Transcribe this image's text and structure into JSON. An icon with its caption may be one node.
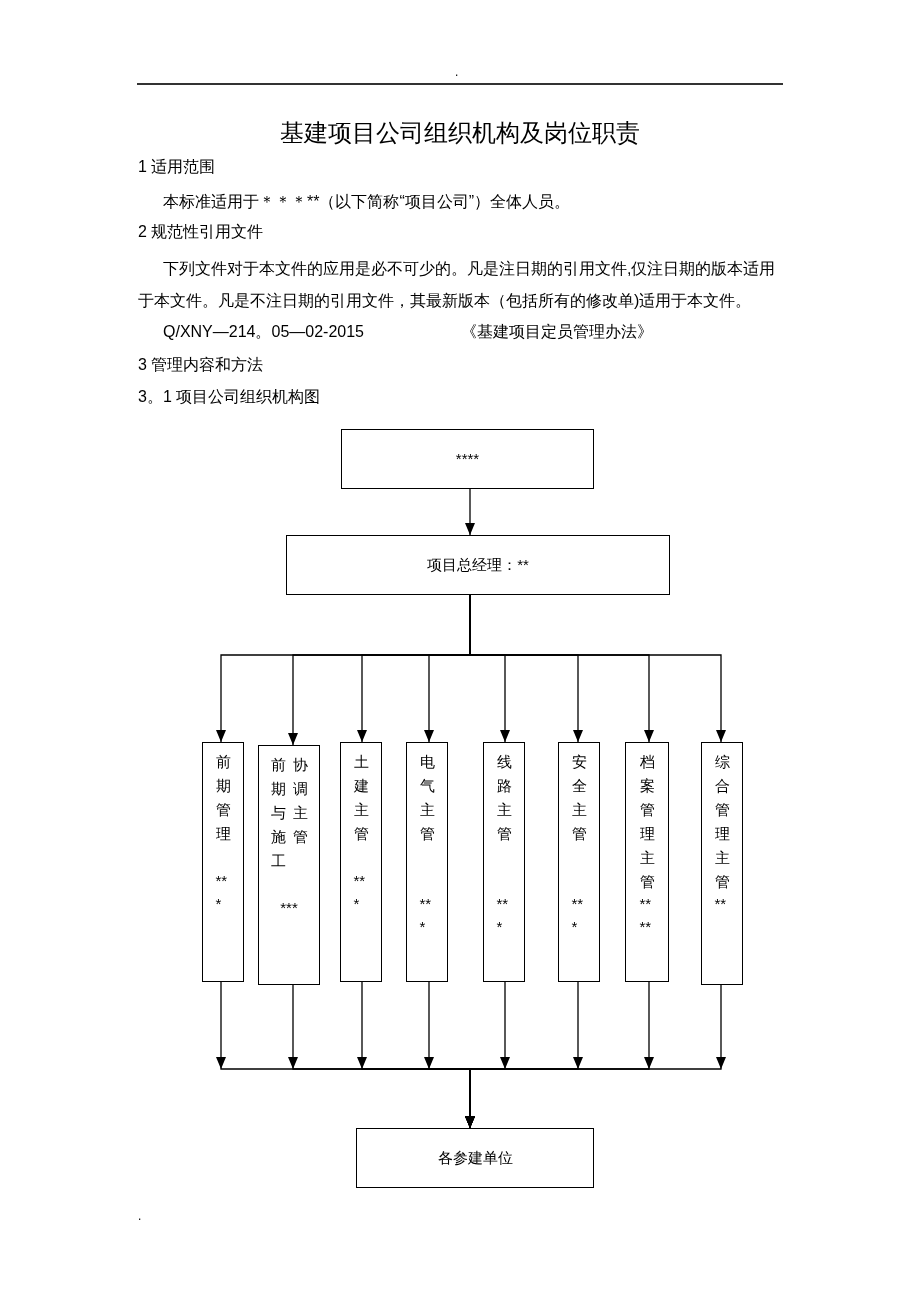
{
  "diagram": {
    "title": "基建项目公司组织机构及岗位职责",
    "nodes": [
      {
        "text": [
          "****"
        ]
      },
      {
        "text": [
          "项目总经理：**"
        ]
      },
      {
        "text": [
          "前期管理",
          "***"
        ]
      },
      {
        "text": [
          "前期与施工协调主管",
          "***"
        ]
      },
      {
        "text": [
          "土建主管",
          "***"
        ]
      },
      {
        "text": [
          "电气主管",
          "***"
        ]
      },
      {
        "text": [
          "线路主管",
          "***"
        ]
      },
      {
        "text": [
          "安全主管",
          "***"
        ]
      },
      {
        "text": [
          "档案管理主管",
          "****"
        ]
      },
      {
        "text": [
          "综合管理主管",
          "**"
        ]
      },
      {
        "text": [
          "各参建单位"
        ]
      }
    ],
    "edges": [
      {
        "from": 0,
        "to": 1,
        "arrow": "to"
      },
      {
        "from": 1,
        "to": 2,
        "arrow": "to"
      },
      {
        "from": 1,
        "to": 3,
        "arrow": "to"
      },
      {
        "from": 1,
        "to": 4,
        "arrow": "to"
      },
      {
        "from": 1,
        "to": 5,
        "arrow": "to"
      },
      {
        "from": 1,
        "to": 6,
        "arrow": "to"
      },
      {
        "from": 1,
        "to": 7,
        "arrow": "to"
      },
      {
        "from": 1,
        "to": 8,
        "arrow": "to"
      },
      {
        "from": 1,
        "to": 9,
        "arrow": "to"
      },
      {
        "from": 2,
        "to": 10,
        "arrow": "to"
      },
      {
        "from": 3,
        "to": 10,
        "arrow": "to"
      },
      {
        "from": 4,
        "to": 10,
        "arrow": "to"
      },
      {
        "from": 5,
        "to": 10,
        "arrow": "to"
      },
      {
        "from": 6,
        "to": 10,
        "arrow": "to"
      },
      {
        "from": 7,
        "to": 10,
        "arrow": "to"
      },
      {
        "from": 8,
        "to": 10,
        "arrow": "to"
      },
      {
        "from": 9,
        "to": 10,
        "arrow": "to"
      }
    ],
    "labels": [
      ".",
      "1 适用范围",
      "本标准适用于＊＊＊**（以下简称“项目公司”）全体人员。",
      "2 规范性引用文件",
      "下列文件对于本文件的应用是必不可少的。凡是注日期的引用文件,仅注日期的版本适用于本文件。凡是不注日期的引用文件，其最新版本（包括所有的修改单)适用于本文件。",
      "Q/XNY—214。05—02-2015",
      "《基建项目定员管理办法》",
      "3 管理内容和方法",
      "3。1 项目公司组织机构图",
      "."
    ]
  }
}
